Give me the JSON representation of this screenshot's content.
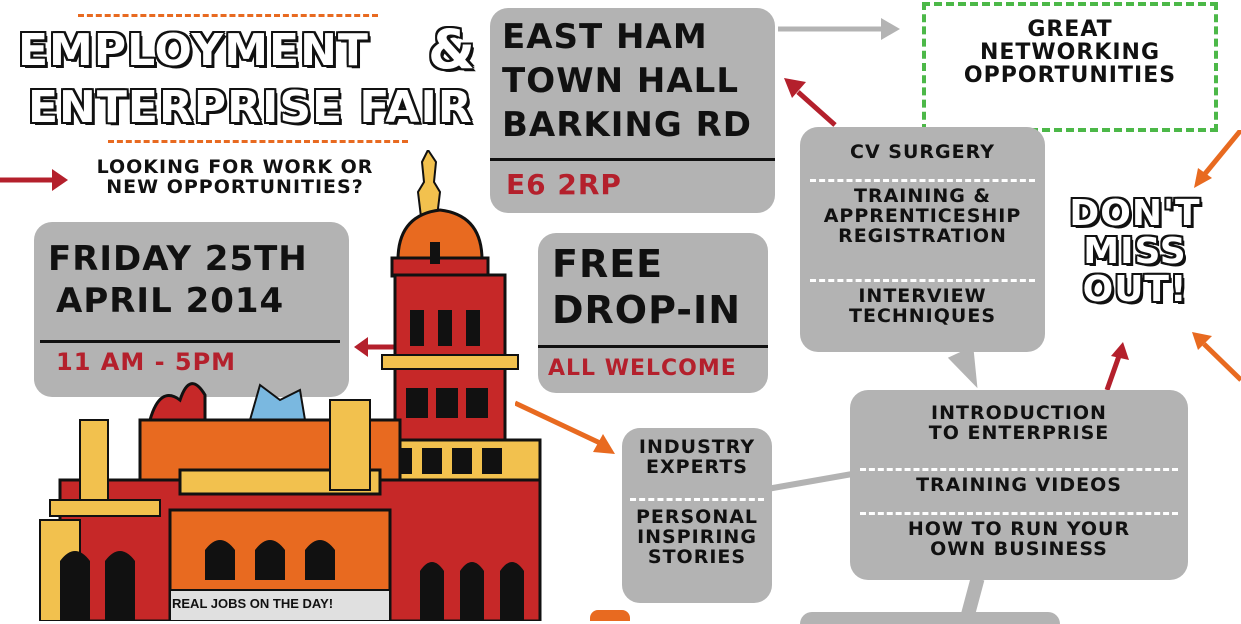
{
  "title": {
    "line1": "Employment",
    "ampersand": "&",
    "line2": "Enterprise Fair"
  },
  "intro": {
    "line1": "Looking for work or",
    "line2": "new opportunities?"
  },
  "date_box": {
    "line1": "Friday 25th",
    "line2": "April 2014",
    "time": "11 AM - 5PM"
  },
  "venue_box": {
    "line1": "East Ham",
    "line2": "Town Hall",
    "line3": "Barking Rd",
    "postcode": "E6 2RP"
  },
  "free_box": {
    "line1": "Free",
    "line2": "Drop-in",
    "sub": "All Welcome"
  },
  "networking": {
    "line1": "Great",
    "line2": "Networking",
    "line3": "Opportunities"
  },
  "dont_miss": {
    "line1": "Don't",
    "line2": "Miss",
    "line3": "Out!"
  },
  "services_panel": {
    "item1": "CV Surgery",
    "item2_line1": "Training &",
    "item2_line2": "Apprenticeship",
    "item2_line3": "Registration",
    "item3_line1": "Interview",
    "item3_line2": "Techniques"
  },
  "industry_panel": {
    "item1_line1": "Industry",
    "item1_line2": "Experts",
    "item2_line1": "Personal",
    "item2_line2": "Inspiring",
    "item2_line3": "Stories"
  },
  "enterprise_panel": {
    "item1_line1": "Introduction",
    "item1_line2": "to Enterprise",
    "item2": "Training Videos",
    "item3_line1": "How to Run Your",
    "item3_line2": "Own Business"
  },
  "building_banner": "Real Jobs on the Day!",
  "colors": {
    "grey": "#b3b3b3",
    "red": "#b4202c",
    "orange": "#e86a20",
    "green": "#4cb848",
    "dark": "#111111"
  }
}
